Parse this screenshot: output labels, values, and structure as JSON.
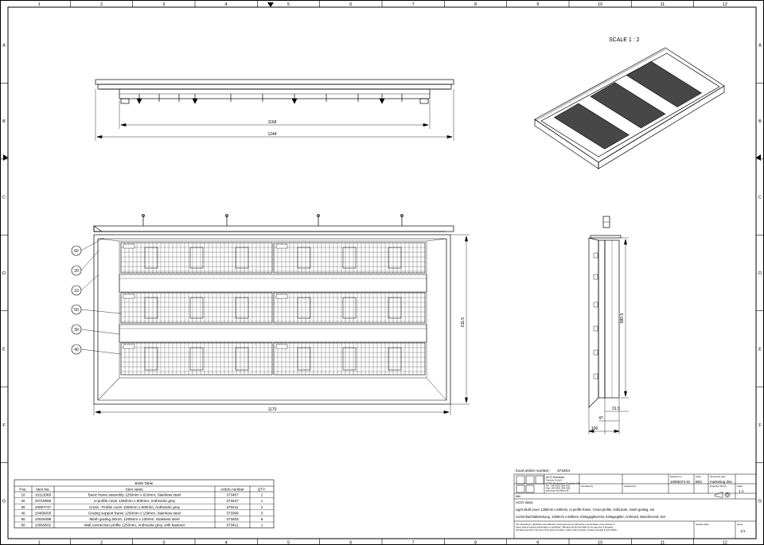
{
  "zones": {
    "columns": [
      "1",
      "2",
      "3",
      "4",
      "5",
      "6",
      "7",
      "8",
      "9",
      "10",
      "11",
      "12"
    ],
    "rows": [
      "A",
      "B",
      "C",
      "D",
      "E",
      "F",
      "G"
    ]
  },
  "scale_label": "SCALE 1 : 2",
  "dims": {
    "top_inner": "1168",
    "top_outer": "1244",
    "front_width": "1170",
    "front_height": "611.5",
    "side_height": "580.5",
    "side_small": "31.5",
    "side_mid": "47",
    "side_base": "106"
  },
  "balloons": [
    "60",
    "20",
    "10",
    "50",
    "30",
    "40"
  ],
  "bom": {
    "title": "BOM Table",
    "headers": [
      "Pos.",
      "Item-No.",
      "Item name",
      "Article number",
      "QTY."
    ],
    "rows": [
      [
        "10",
        "10112069",
        "Basic frame assembly 1250mm x 610mm, Stainless steel",
        "373467",
        "1"
      ],
      [
        "20",
        "10716655",
        "U-profile cover 1250mm x 600mm, Anthracite grey",
        "373427",
        "1"
      ],
      [
        "30",
        "10097747",
        "Cross - Profile cover 1250mm x 600mm, Anthracite grey",
        "373411",
        "2"
      ],
      [
        "40",
        "10468006",
        "Grating support frame 1250mm x 130mm, Stainless steel",
        "373399",
        "3"
      ],
      [
        "50",
        "10025498",
        "Mesh grating 30x10, 1250mm x 130mm, Stainless steel",
        "373403",
        "6"
      ],
      [
        "60",
        "10069502",
        "Wall connection profile 1250mm, Anthracite grey, with fastener",
        "373421",
        "1"
      ]
    ]
  },
  "title_block": {
    "local_article_label": "local article number:",
    "local_article_value": "373404",
    "company_lines": [
      "ACO Hochbau",
      "Vertrieb GmbH",
      "24782 Büdelsdorf, Postfach 320",
      "Tel. +49 4331 354-700",
      "Fax +49 4331 354-358",
      "www.aco-hochbau.de"
    ],
    "drawing_no_label": "drawing no.",
    "drawing_no": "10065371-M",
    "index_label": "index",
    "index": "B03",
    "doc_type_label": "document type",
    "doc_type": "marketing drw.",
    "checked_label": "checked by",
    "released_label": "released by",
    "projection_label": "projection ISO-E",
    "scale_label": "scale",
    "scale_value": "1:1",
    "title_label": "title:",
    "title_lines": [
      "ACO Vario",
      "Light shaft cover 1250mm x 600mm, U-profile frame, Cross-profile, Anthracite, insert grating, set",
      "Lichtschachtabdeckung, 1250mm x 600mm, Einlagegitterrost, Einlagegitter, Anthrazit, Maschenrost, Set"
    ],
    "copyright_lines": [
      "The reproduction, distribution and utilization of this document as well as the communication of its contents to",
      "others without express authorization is prohibited. Offenders will be held liable for the payment of damages.",
      "All rights reserved in the event of the grant of a patent, utility model or design. Created copyright by ISO 16016."
    ],
    "release_date_label": "release date",
    "sheet_label": "sheet",
    "sheet_value": "1/1"
  }
}
